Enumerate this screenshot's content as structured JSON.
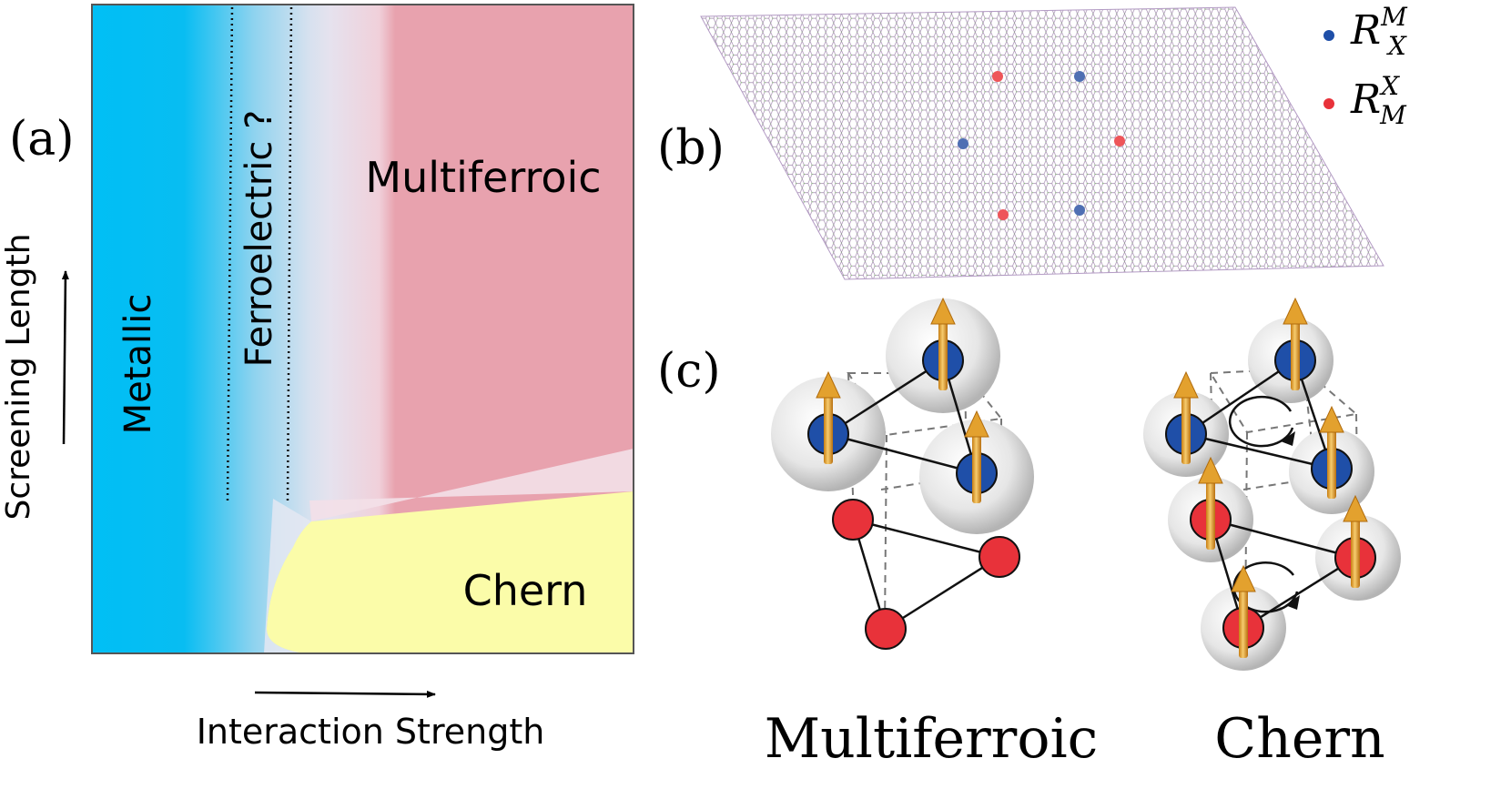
{
  "panels": {
    "a": {
      "tag": "(a)",
      "regions": {
        "metallic": "Metallic",
        "ferroelectric": "Ferroelectric ?",
        "multiferroic": "Multiferroic",
        "chern": "Chern"
      },
      "axes": {
        "x": "Interaction Strength",
        "y": "Screening Length"
      }
    },
    "b": {
      "tag": "(b)",
      "legend": [
        {
          "symbol": "R",
          "sup": "M",
          "sub": "X",
          "color": "#1f4fa8"
        },
        {
          "symbol": "R",
          "sup": "X",
          "sub": "M",
          "color": "#e8323a"
        }
      ]
    },
    "c": {
      "tag": "(c)",
      "left_caption": "Multiferroic",
      "right_caption": "Chern"
    }
  },
  "colors": {
    "metallic": "#00bff5",
    "multiferroic": "#e8a2ae",
    "chern": "#fbfca9",
    "site_blue": "#1f4fa8",
    "site_red": "#e8323a",
    "spin": "#e3a12e"
  }
}
